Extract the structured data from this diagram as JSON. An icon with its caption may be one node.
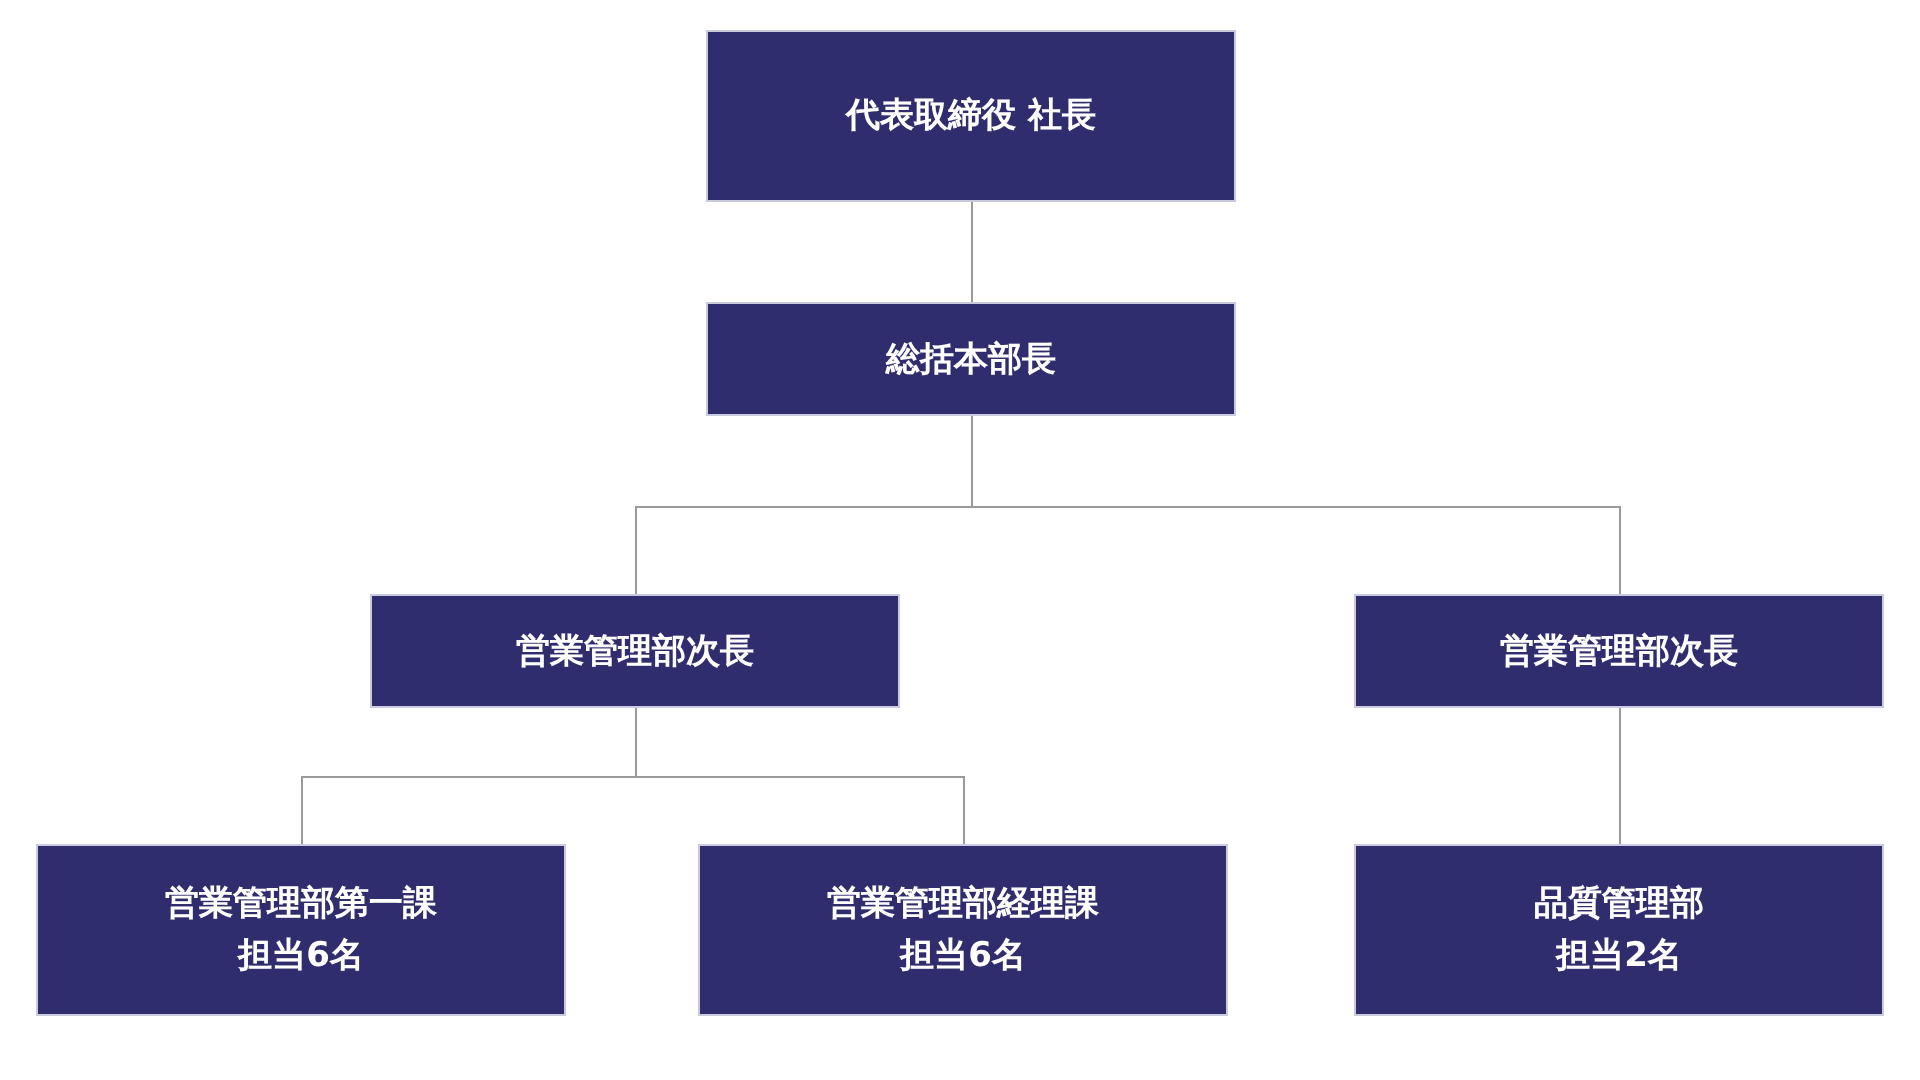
{
  "diagram": {
    "nodes": [
      {
        "text": [
          "代表取締役 社長"
        ]
      },
      {
        "text": [
          "総括本部長"
        ]
      },
      {
        "text": [
          "営業管理部次長"
        ]
      },
      {
        "text": [
          "営業管理部次長"
        ]
      },
      {
        "text": [
          "営業管理部第一課",
          "担当6名"
        ]
      },
      {
        "text": [
          "営業管理部経理課",
          "担当6名"
        ]
      },
      {
        "text": [
          "品質管理部",
          "担当2名"
        ]
      }
    ],
    "edges": [
      {
        "from": 0,
        "to": 1,
        "arrow": "none"
      },
      {
        "from": 1,
        "to": 2,
        "arrow": "none"
      },
      {
        "from": 1,
        "to": 3,
        "arrow": "none"
      },
      {
        "from": 2,
        "to": 4,
        "arrow": "none"
      },
      {
        "from": 2,
        "to": 5,
        "arrow": "none"
      },
      {
        "from": 3,
        "to": 6,
        "arrow": "none"
      }
    ]
  }
}
